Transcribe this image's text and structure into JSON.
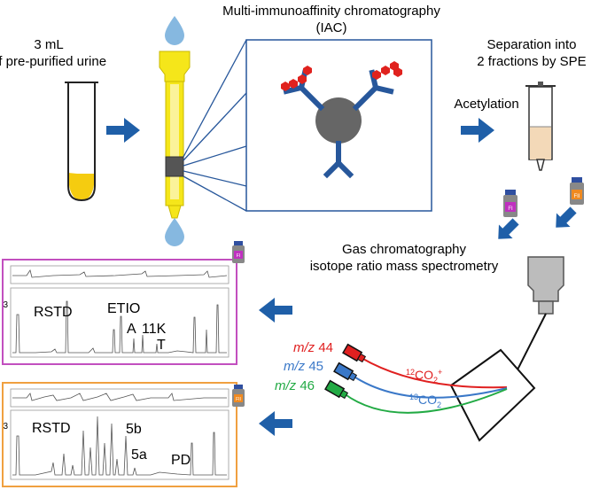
{
  "labels": {
    "urine_line1": "3 mL",
    "urine_line2": "of pre-purified urine",
    "iac_line1": "Multi-immunoaffinity chromatography",
    "iac_line2": "(IAC)",
    "spe_line1": "Separation into",
    "spe_line2": "2 fractions by SPE",
    "acetylation": "Acetylation",
    "gc_line1": "Gas chromatography",
    "gc_line2": "isotope ratio mass spectrometry"
  },
  "vials": {
    "fraction1": "FI",
    "fraction2": "FII"
  },
  "chromatogram_f1": {
    "axis_tick": "3",
    "peaks": {
      "rstd": "RSTD",
      "etio": "ETIO",
      "a": "A",
      "k11": "11K",
      "t": "T"
    }
  },
  "chromatogram_f2": {
    "axis_tick": "3",
    "peaks": {
      "rstd": "RSTD",
      "b5": "5b",
      "a5": "5a",
      "pd": "PD"
    }
  },
  "ms": {
    "mz_prefix": "m/z",
    "mz44": "44",
    "mz45": "45",
    "mz46": "46",
    "ion12_sup": "12",
    "ion12_base": "CO",
    "ion12_sub": "2",
    "ion12_charge": "+",
    "ion13_sup": "13",
    "ion13_base": "CO",
    "ion13_sub": "2"
  },
  "colors": {
    "arrow": "#1f5fa8",
    "column_yellow": "#f5e61a",
    "droplet": "#86b8e0",
    "antibody": "#27579b",
    "analyte": "#e0221e",
    "bead": "#666666",
    "frame_f1": "#c24fbf",
    "frame_f2": "#f0a040",
    "mz44": "#e02020",
    "mz45": "#3a78c8",
    "mz46": "#22aa44"
  }
}
